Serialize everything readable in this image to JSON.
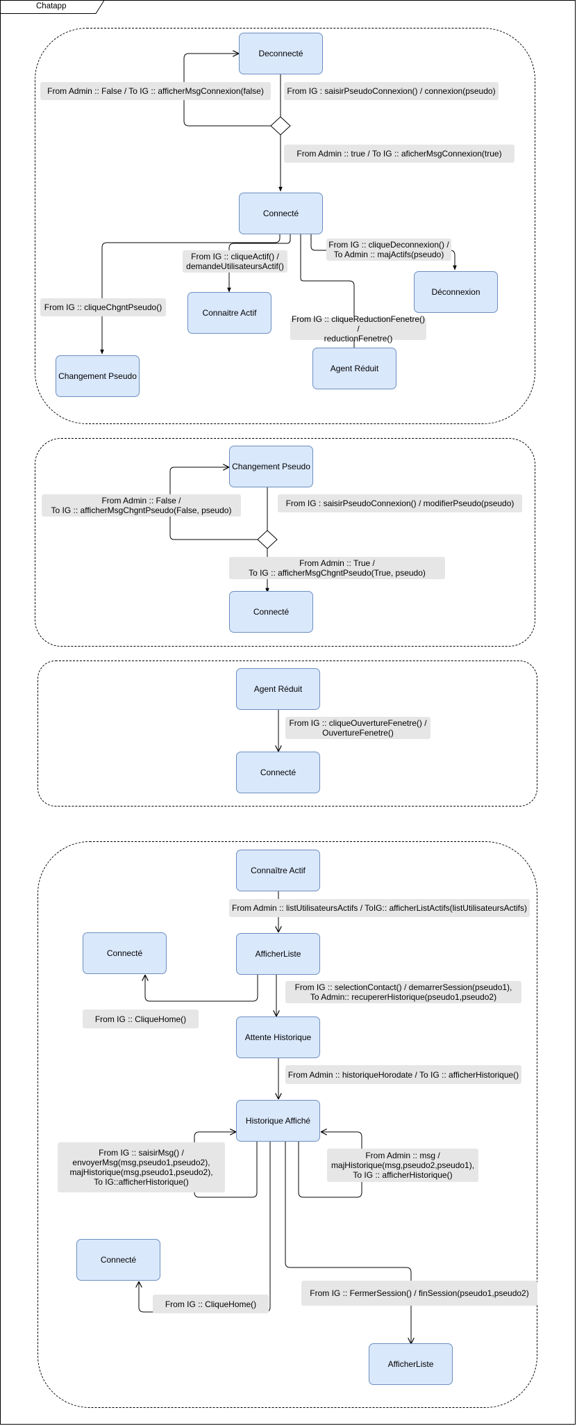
{
  "window": {
    "title": "Chatapp"
  },
  "states": {
    "s1": "Deconnecté",
    "s2": "Connecté",
    "s3": "Connaitre Actif",
    "s4": "Déconnexion",
    "s5": "Changement Pseudo",
    "s6": "Agent Réduit",
    "s7": "Changement Pseudo",
    "s8": "Connecté",
    "s9": "Agent Réduit",
    "s10": "Connecté",
    "s11": "Connaître Actif",
    "s12": "Connecté",
    "s13": "AfficherListe",
    "s14": "Attente Historique",
    "s15": "Historique Affiché",
    "s16": "Connecté",
    "s17": "AfficherListe"
  },
  "transitions": {
    "t1": "From Admin :: False  / To IG :: afficherMsgConnexion(false)",
    "t2": "From IG : saisirPseudoConnexion() / connexion(pseudo)",
    "t3": "From Admin :: true  / To IG :: aficherMsgConnexion(true)",
    "t4": "From IG :: cliqueActif() /\ndemandeUtilisateursActif()",
    "t5": "From IG :: cliqueDeconnexion() /\nTo Admin :: majActifs(pseudo)",
    "t6": "From IG :: cliqueChgntPseudo()",
    "t7": "From IG :: cliqueReductionFenetre() /\nreductionFenetre()",
    "t8": "From Admin :: False /\nTo IG :: afficherMsgChgntPseudo(False, pseudo)",
    "t9": "From IG : saisirPseudoConnexion() / modifierPseudo(pseudo)",
    "t10": "From Admin :: True /\nTo IG :: afficherMsgChgntPseudo(True, pseudo)",
    "t11": "From IG :: cliqueOuvertureFenetre() /\nOuvertureFenetre()",
    "t12": "From Admin :: listUtilisateursActifs / ToIG:: afficherListActifs(listUtilisateursActifs)",
    "t13": "From IG :: selectionContact() / demarrerSession(pseudo1),\nTo Admin:: recupererHistorique(pseudo1,pseudo2)",
    "t14": "From IG :: CliqueHome()",
    "t15": "From Admin :: historiqueHorodate / To IG :: afficherHistorique()",
    "t16": "From IG :: saisirMsg() /\nenvoyerMsg(msg,pseudo1,pseudo2),\nmajHistorique(msg,pseudo1,pseudo2),\nTo IG::afficherHistorique()",
    "t17": "From Admin :: msg /\nmajHistorique(msg,pseudo2,pseudo1),\nTo IG :: afficherHistorique()",
    "t18": "From IG :: CliqueHome()",
    "t19": "From IG :: FermerSession() / finSession(pseudo1,pseudo2)"
  }
}
